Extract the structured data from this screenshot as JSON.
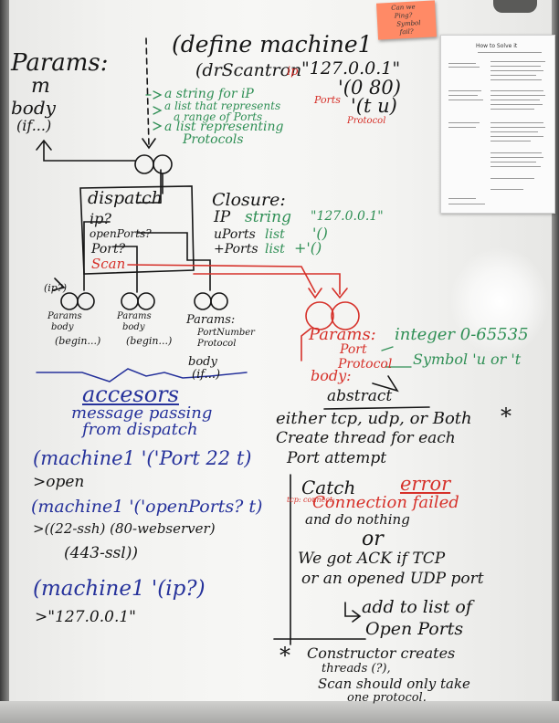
{
  "sticky_note": [
    "Can we",
    "Ping?",
    "Symbol",
    "fail?"
  ],
  "printed_sheet": {
    "title": "How to Solve it"
  },
  "left_params": {
    "label": "Params:",
    "name": "m",
    "body": "body",
    "body_if": "(if...)"
  },
  "define": {
    "line1": "(define machine1",
    "line2": "(drScantron",
    "ip_label": "ip",
    "ip_value": "\"127.0.0.1\"",
    "ports_label": "Ports",
    "ports_value": "'(0 80)",
    "protocol_label": "Protocol",
    "protocol_value": "'(t u)"
  },
  "green_notes": [
    "a string for iP",
    "a list that represents",
    "a range of Ports",
    "a list representing",
    "Protocols"
  ],
  "dispatch_box": {
    "title": "dispatch",
    "items": [
      "ip?",
      "openPorts?",
      "Port?",
      "Scan"
    ]
  },
  "closure": {
    "label": "Closure:",
    "ip_name": "IP",
    "ip_type": "string",
    "ip_value": "\"127.0.0.1\"",
    "uports_name": "uPorts",
    "uports_type": "list",
    "uports_value": "'()",
    "tports_name": "+Ports",
    "tports_type": "list",
    "tports_value": "+'()"
  },
  "small_closures": [
    {
      "ip_hint": "(ip?)",
      "line1": "Params",
      "line2": "body",
      "line3": "(begin...)"
    },
    {
      "line1": "Params",
      "line2": "body",
      "line3": "(begin...)"
    },
    {
      "line1": "Params:",
      "line2": "PortNumber",
      "line3": "Protocol",
      "line4": "body",
      "line5": "(if...)"
    }
  ],
  "scan_closure": {
    "params": "Params:",
    "port": "Port",
    "port_note": "integer 0-65535",
    "protocol": "Protocol",
    "protocol_note": "Symbol 'u or 't",
    "body": "body:"
  },
  "accessors": {
    "title": "accesors",
    "note1": "message passing",
    "note2": "from dispatch"
  },
  "abstract": {
    "title": "abstract",
    "lines": [
      "either tcp, udp, or Both",
      "Create thread for each",
      "Port attempt"
    ],
    "star": "*"
  },
  "catch": {
    "label": "Catch",
    "error": "error",
    "tcp_note": "tcp: connect:",
    "failed": "Connection failed",
    "do_nothing": "and do nothing",
    "or": "or",
    "ack1": "We got ACK if TCP",
    "ack2": "or an opened UDP port",
    "add1": "add to list of",
    "add2": "Open Ports"
  },
  "examples": [
    {
      "call": "(machine1 '('Port 22 t)",
      "result": ">open"
    },
    {
      "call": "(machine1 '('openPorts? t)",
      "result": ">((22-ssh) (80-webserver)",
      "result2": "(443-ssl))"
    },
    {
      "call": "(machine1 '(ip?)",
      "result": ">\"127.0.0.1\""
    }
  ],
  "footnote": {
    "star": "*",
    "line1": "Constructor creates",
    "line2": "threads (?),",
    "line3": "Scan should only take",
    "line4": "one protocol."
  },
  "ink_colors": {
    "black": "#161616",
    "green": "#2f8f55",
    "red": "#d6312a",
    "blue": "#26329b",
    "sticky": "#ff8a66"
  }
}
